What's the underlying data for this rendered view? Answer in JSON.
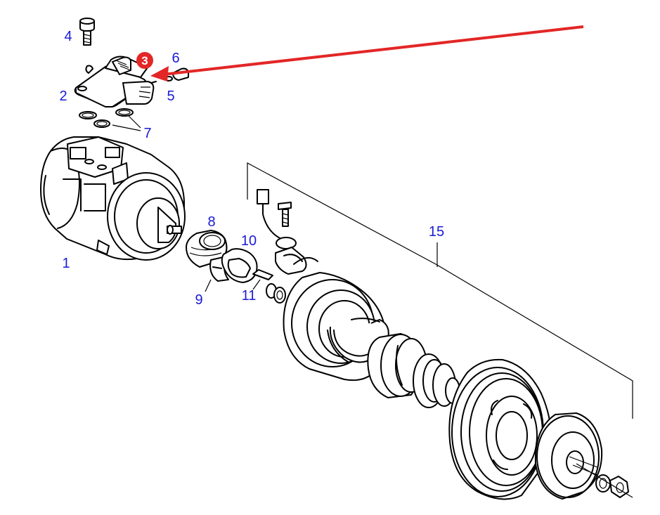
{
  "labels": {
    "l1": "1",
    "l2": "2",
    "l3": "3",
    "l4": "4",
    "l5": "5",
    "l6": "6",
    "l7": "7",
    "l8": "8",
    "l9": "9",
    "l10": "10",
    "l11": "11",
    "l15": "15"
  },
  "colors": {
    "label": "#1a1ad6",
    "highlight": "#e32626",
    "line": "#000000"
  },
  "highlighted_part": "3"
}
